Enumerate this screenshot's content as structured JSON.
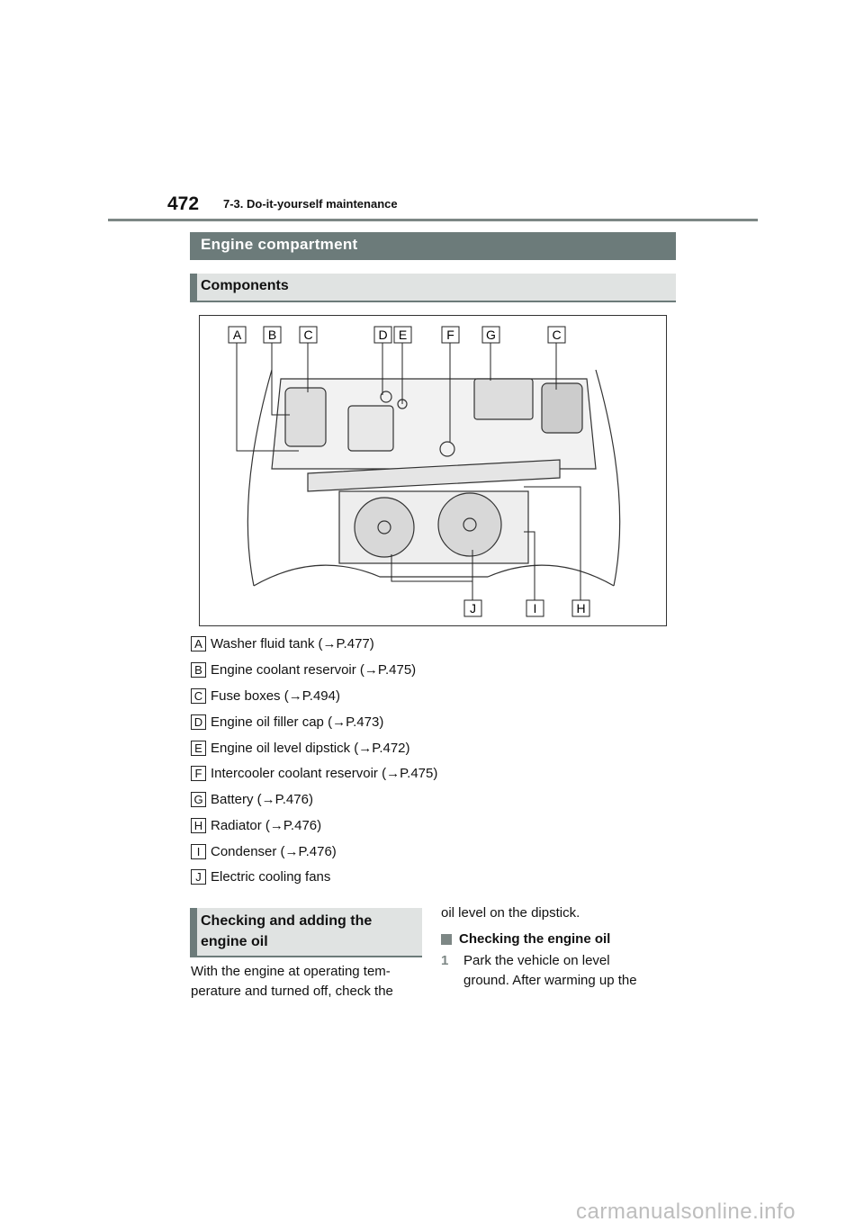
{
  "header": {
    "page_number": "472",
    "section": "7-3. Do-it-yourself maintenance"
  },
  "title": "Engine compartment",
  "components_heading": "Components",
  "figure_labels": [
    "A",
    "B",
    "C",
    "D",
    "E",
    "F",
    "G",
    "C",
    "J",
    "I",
    "H"
  ],
  "components": [
    {
      "letter": "A",
      "text": "Washer fluid tank (→P.477)"
    },
    {
      "letter": "B",
      "text": "Engine coolant reservoir (→P.475)"
    },
    {
      "letter": "C",
      "text": "Fuse boxes (→P.494)"
    },
    {
      "letter": "D",
      "text": "Engine oil filler cap (→P.473)"
    },
    {
      "letter": "E",
      "text": "Engine oil level dipstick (→P.472)"
    },
    {
      "letter": "F",
      "text": "Intercooler coolant reservoir (→P.475)"
    },
    {
      "letter": "G",
      "text": "Battery (→P.476)"
    },
    {
      "letter": "H",
      "text": "Radiator (→P.476)"
    },
    {
      "letter": "I",
      "text": "Condenser (→P.476)"
    },
    {
      "letter": "J",
      "text": "Electric cooling fans"
    }
  ],
  "oil": {
    "heading_line1": "Checking and adding the",
    "heading_line2": "engine oil",
    "left_text_line1": "With the engine at operating tem-",
    "left_text_line2": "perature and turned off, check the",
    "right_text": "oil level on the dipstick.",
    "subheading": "Checking the engine oil",
    "step_number": "1",
    "step_line1": "Park the vehicle on level",
    "step_line2": "ground. After warming up the"
  },
  "watermark": "carmanualsonline.info"
}
